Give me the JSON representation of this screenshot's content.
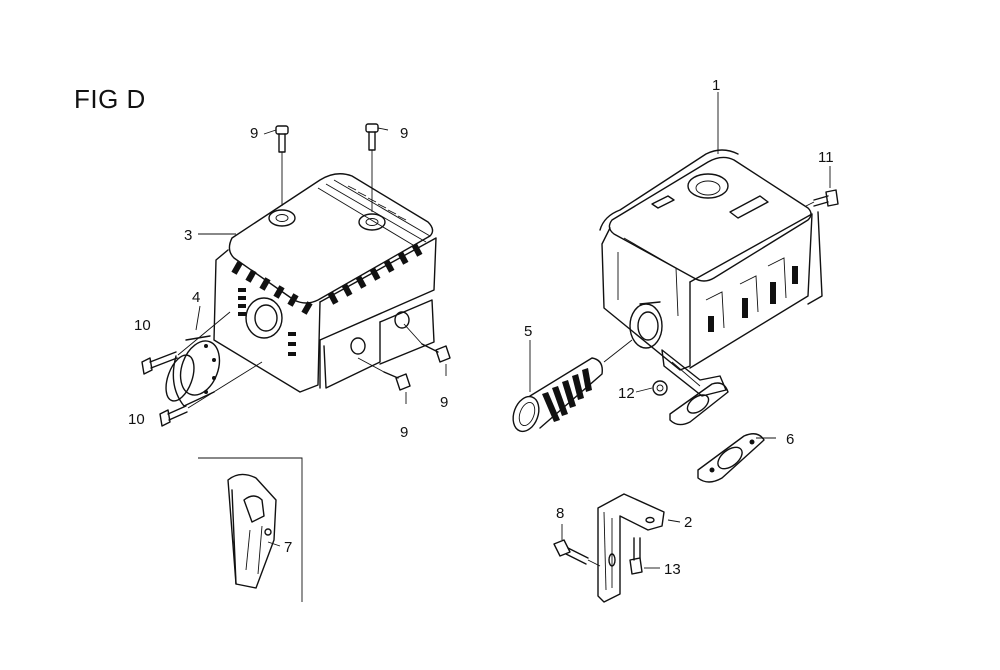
{
  "figure": {
    "title": "FIG D"
  },
  "callouts": {
    "c1": "1",
    "c2": "2",
    "c3": "3",
    "c4": "4",
    "c5": "5",
    "c6": "6",
    "c7": "7",
    "c8": "8",
    "c9a": "9",
    "c9b": "9",
    "c9c": "9",
    "c9d": "9",
    "c10a": "10",
    "c10b": "10",
    "c11": "11",
    "c12": "12",
    "c13": "13"
  },
  "colors": {
    "ink": "#111111",
    "paper": "#ffffff"
  }
}
